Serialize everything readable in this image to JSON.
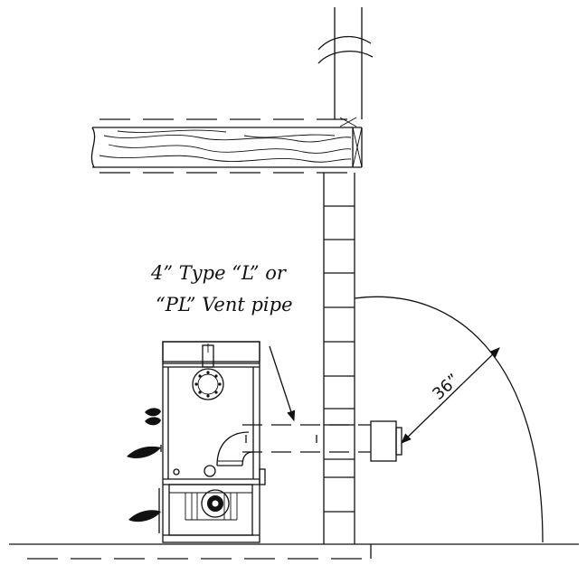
{
  "diagram": {
    "vent_label_line1": "4” Type “L” or",
    "vent_label_line2": "“PL” Vent pipe",
    "clearance_label": "36”"
  },
  "icons": {
    "arrow": "arrow-icon"
  }
}
